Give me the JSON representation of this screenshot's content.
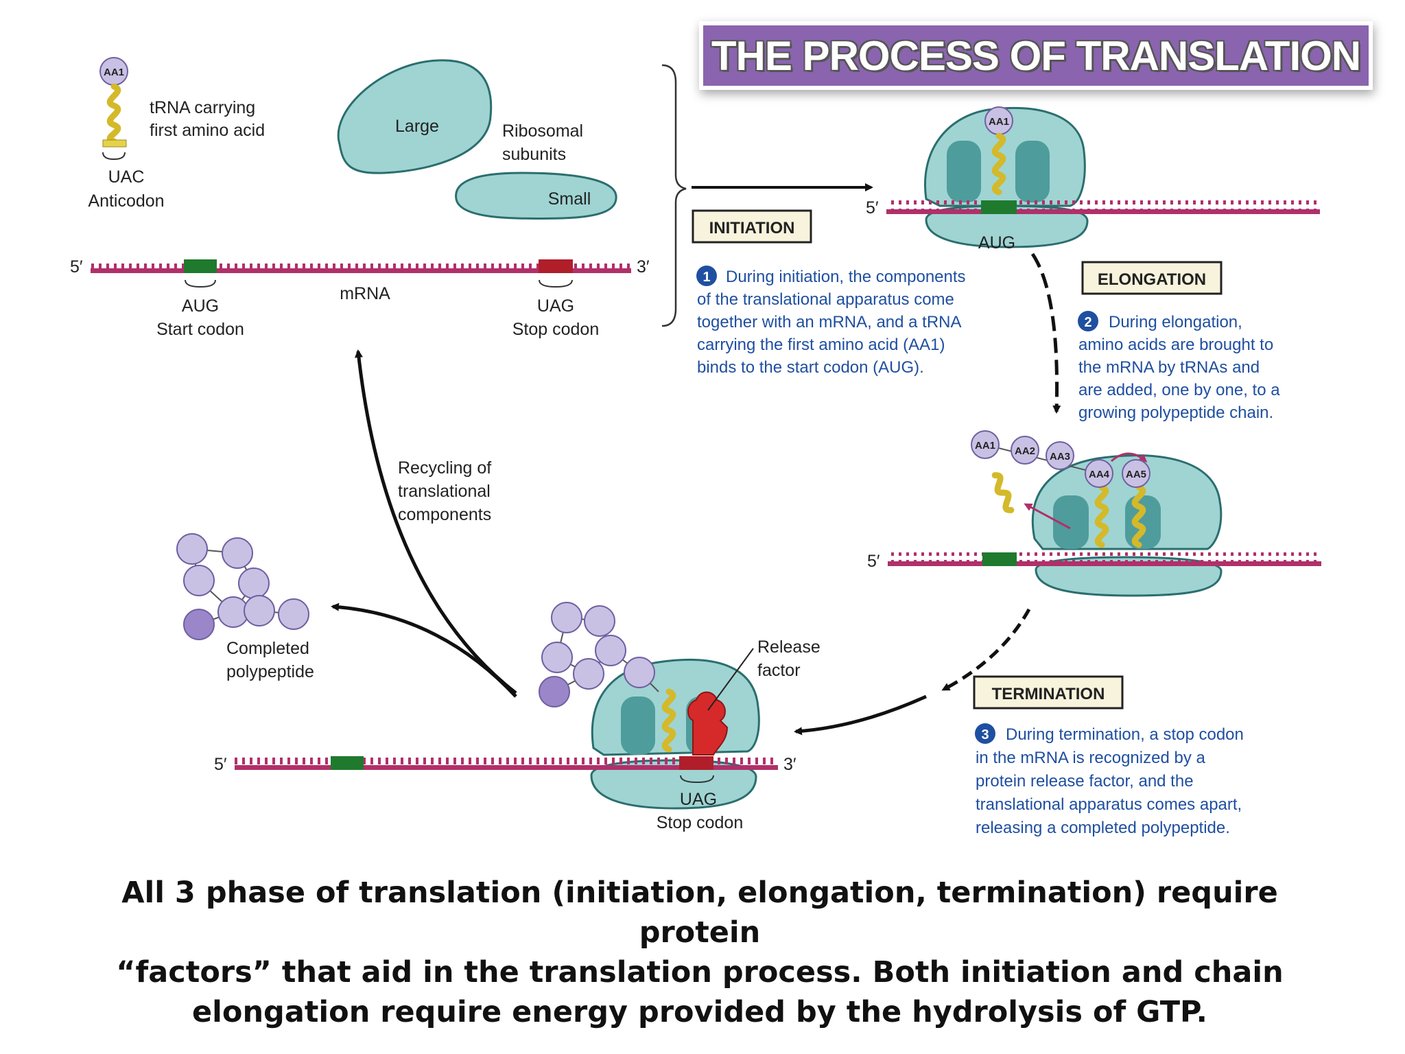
{
  "title": "THE PROCESS OF TRANSLATION",
  "top_left": {
    "aa_label": "AA1",
    "trna_label_line1": "tRNA carrying",
    "trna_label_line2": "first amino acid",
    "anticodon_codon": "UAC",
    "anticodon_label": "Anticodon",
    "large_label": "Large",
    "small_label": "Small",
    "ribosomal_line1": "Ribosomal",
    "ribosomal_line2": "subunits",
    "five_prime": "5′",
    "three_prime": "3′",
    "mrna_label": "mRNA",
    "start_codon": "AUG",
    "start_label": "Start codon",
    "stop_codon": "UAG",
    "stop_label": "Stop codon"
  },
  "initiation": {
    "box_label": "INITIATION",
    "step_number": "1",
    "text_lines": [
      "During initiation, the components",
      "of the translational apparatus come",
      "together with an mRNA, and a tRNA",
      "carrying the first amino acid (AA1)",
      "binds to the start codon (AUG)."
    ],
    "aa_label": "AA1",
    "codon": "AUG",
    "five_prime": "5′"
  },
  "elongation": {
    "box_label": "ELONGATION",
    "step_number": "2",
    "text_lines": [
      "During elongation,",
      "amino acids are brought to",
      "the mRNA by tRNAs and",
      "are added, one by one, to a",
      "growing polypeptide chain."
    ],
    "aa_labels": [
      "AA1",
      "AA2",
      "AA3",
      "AA4",
      "AA5"
    ],
    "five_prime": "5′"
  },
  "termination": {
    "box_label": "TERMINATION",
    "step_number": "3",
    "text_lines": [
      "During termination, a stop codon",
      "in the mRNA is recognized by a",
      "protein release factor, and the",
      "translational apparatus comes apart,",
      "releasing a completed polypeptide."
    ],
    "release_line1": "Release",
    "release_line2": "factor",
    "stop_codon": "UAG",
    "stop_label": "Stop codon",
    "five_prime": "5′",
    "three_prime": "3′"
  },
  "completed_line1": "Completed",
  "completed_line2": "polypeptide",
  "recycling_line1": "Recycling of",
  "recycling_line2": "translational",
  "recycling_line3": "components",
  "caption_lines": [
    "All 3 phase of translation (initiation, elongation, termination) require protein",
    "“factors” that aid in the translation process. Both initiation and chain",
    "elongation require energy provided by the hydrolysis of GTP."
  ],
  "colors": {
    "title_bg": "#8a64ae",
    "ribosome": "#9fd4d3",
    "ribosome_dark": "#4f9c9c",
    "mrna": "#b0306a",
    "start_codon": "#1f7a2e",
    "stop_codon": "#b01e2a",
    "amino_acid": "#c9c1e4",
    "trna": "#e6d24a",
    "release_factor": "#d62a2a",
    "step_text": "#1f4fa0"
  }
}
